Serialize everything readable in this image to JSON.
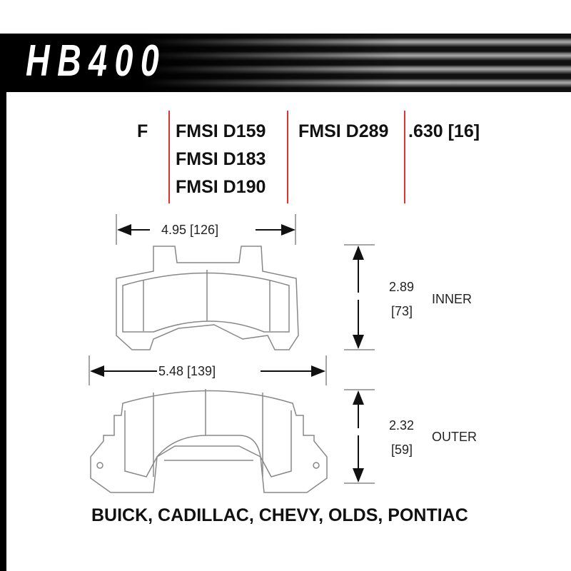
{
  "part_number": "HB400",
  "position": "F",
  "fmsi_group1": [
    "FMSI D159",
    "FMSI D183",
    "FMSI D190"
  ],
  "fmsi_group2": "FMSI D289",
  "thickness": ".630 [16]",
  "inner": {
    "width": "4.95 [126]",
    "height": "2.89",
    "height_mm": "[73]",
    "label": "INNER"
  },
  "outer": {
    "width": "5.48 [139]",
    "height": "2.32",
    "height_mm": "[59]",
    "label": "OUTER"
  },
  "applications": "BUICK, CADILLAC, CHEVY, OLDS, PONTIAC",
  "colors": {
    "divider": "#dd3333",
    "outline": "#888888"
  }
}
